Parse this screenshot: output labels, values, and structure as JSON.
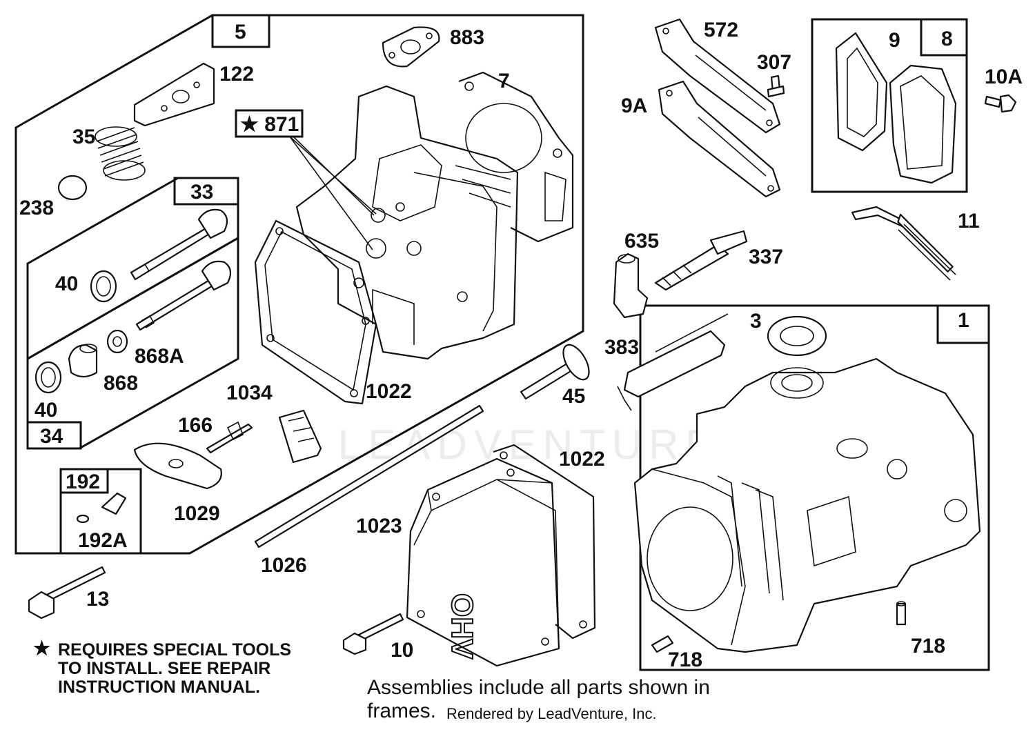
{
  "watermark": "LEADVENTURE",
  "frames": {
    "head_kit": "5",
    "intake_valve_kit": "33",
    "exhaust_valve_kit": "34",
    "rocker_kit": "192",
    "cylinder_kit": "1",
    "gasket_kit": "8"
  },
  "callouts": {
    "p883": "883",
    "p122": "122",
    "p7": "7",
    "p35": "35",
    "p871": "★ 871",
    "p238": "238",
    "p40a": "40",
    "p868a": "868A",
    "p868": "868",
    "p40b": "40",
    "p1034": "1034",
    "p1022a": "1022",
    "p166": "166",
    "p192a": "192A",
    "p1029": "1029",
    "p572": "572",
    "p307": "307",
    "p9a": "9A",
    "p9": "9",
    "p10a": "10A",
    "p11": "11",
    "p635": "635",
    "p337": "337",
    "p3": "3",
    "p383": "383",
    "p45": "45",
    "p1022b": "1022",
    "p1023": "1023",
    "p1026": "1026",
    "p13": "13",
    "p10": "10",
    "p718a": "718",
    "p718b": "718"
  },
  "notes": {
    "special_tools_star": "★",
    "special_tools_line1": "REQUIRES SPECIAL TOOLS",
    "special_tools_line2": "TO INSTALL.  SEE REPAIR",
    "special_tools_line3": "INSTRUCTION MANUAL.",
    "assemblies_line1": "Assemblies include all parts shown in",
    "assemblies_line2": "frames.",
    "credit": "Rendered by LeadVenture, Inc."
  },
  "cover_text": "OHV"
}
